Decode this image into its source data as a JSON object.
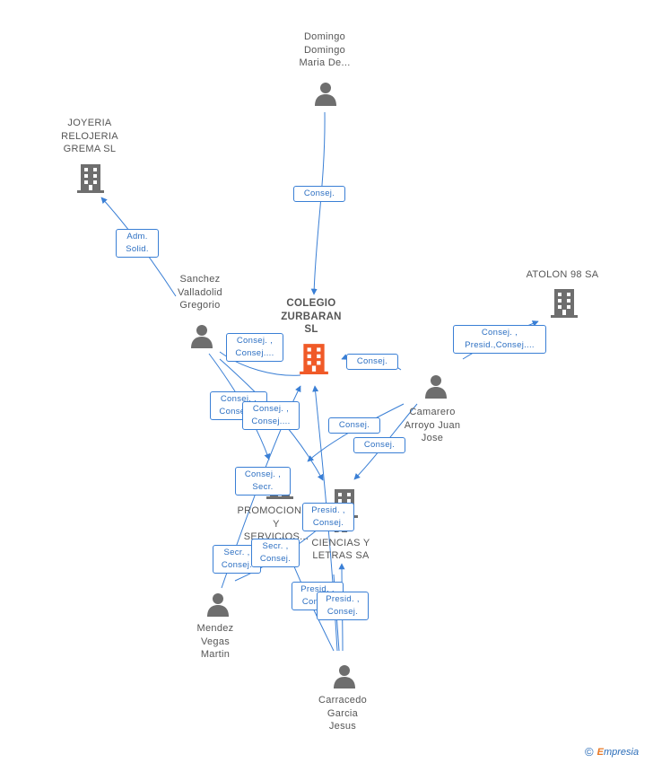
{
  "nodes": {
    "domingo": {
      "label": "Domingo\nDomingo\nMaria De..."
    },
    "joyeria": {
      "label": "JOYERIA\nRELOJERIA\nGREMA SL"
    },
    "sanchez": {
      "label": "Sanchez\nValladolid\nGregorio"
    },
    "colegio": {
      "label": "COLEGIO\nZURBARAN\nSL"
    },
    "atolon": {
      "label": "ATOLON 98 SA"
    },
    "camarero": {
      "label": "Camarero\nArroyo Juan\nJose"
    },
    "promociones": {
      "label": "PROMOCIONES\nY\nSERVICIOS..."
    },
    "ciencias": {
      "label": "DE\nCIENCIAS Y\nLETRAS SA"
    },
    "mendez": {
      "label": "Mendez\nVegas\nMartin"
    },
    "carracedo": {
      "label": "Carracedo\nGarcia\nJesus"
    }
  },
  "edge_labels": {
    "e1": "Consej.",
    "e2": "Adm.\nSolid.",
    "e3": "Consej. ,\nConsej....",
    "e4": "Consej.",
    "e5": "Consej. ,\nPresid.,Consej....",
    "e6": "Consej. ,\nConsej....",
    "e7": "Consej. ,\nConsej....",
    "e8": "Consej.",
    "e9": "Consej.",
    "e10": "Consej. ,\nSecr.",
    "e11": "Presid. ,\nConsej.",
    "e12": "Secr. ,\nConsej.",
    "e13": "Secr. ,\nConsej.",
    "e14": "Presid. ,\nConsej.",
    "e15": "Presid. ,\nConsej."
  },
  "footer": {
    "copyright": "©",
    "brand_first": "E",
    "brand_rest": "mpresia"
  },
  "colors": {
    "edge": "#3a7fd5",
    "node_gray": "#6e6e6e",
    "main_company": "#f05a28"
  },
  "icons": {
    "person": "person-icon",
    "company": "building-icon"
  }
}
